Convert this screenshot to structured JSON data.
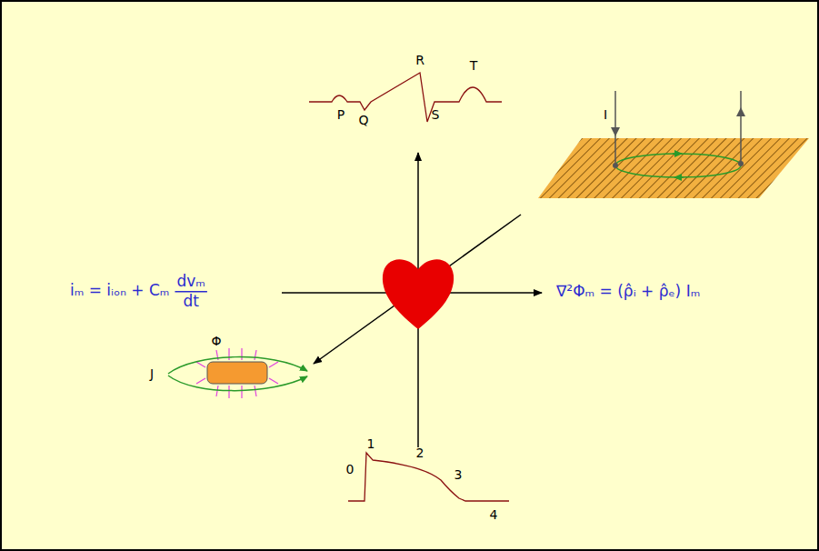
{
  "diagram": {
    "labels": [
      "R",
      "P",
      "Q",
      "S",
      "T",
      "I",
      "iₘ = iᵢₒₙ + Cₘ",
      "dvₘ",
      "dt",
      "∇²Φₘ = (ρ̂ᵢ + ρ̂ₑ) Iₘ",
      "Φ",
      "J",
      "1",
      "2",
      "3",
      "0",
      "4"
    ]
  }
}
